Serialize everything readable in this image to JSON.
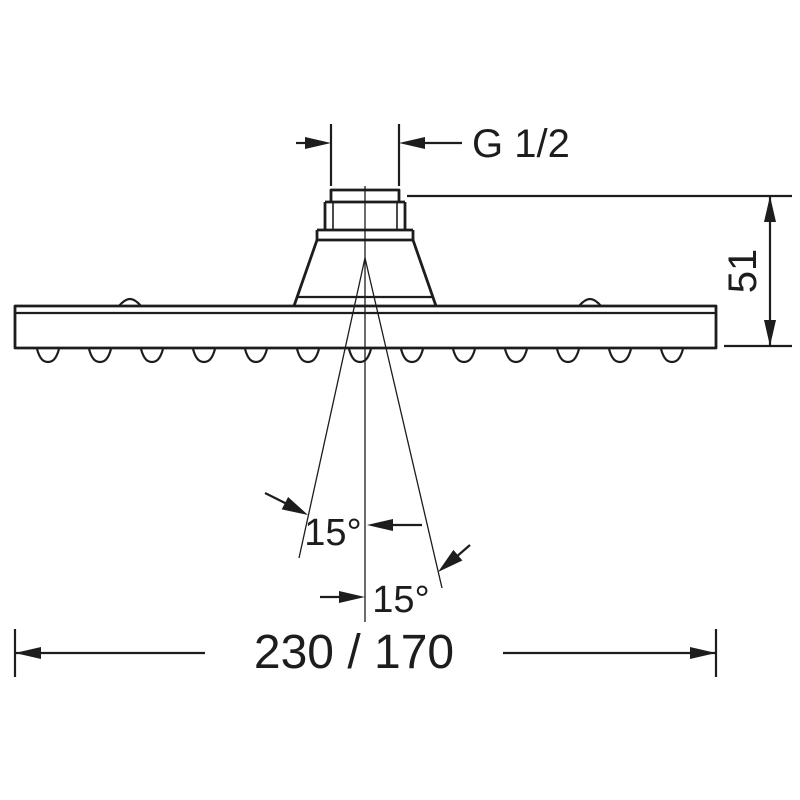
{
  "drawing": {
    "thread_label": "G 1/2",
    "height_label": "51",
    "upper_angle_label": "15°",
    "lower_angle_label": "15°",
    "width_label": "230 / 170",
    "line_color": "#1d1d1b",
    "background_color": "#ffffff"
  }
}
